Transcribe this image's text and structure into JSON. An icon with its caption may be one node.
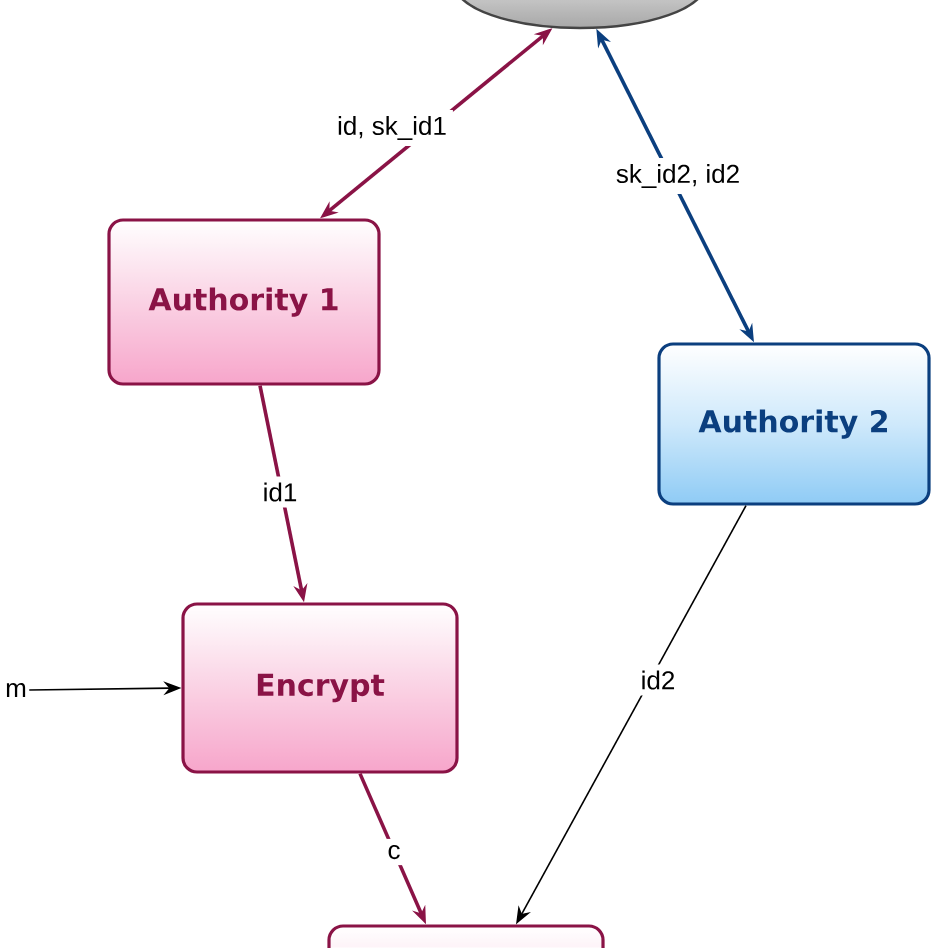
{
  "diagram": {
    "nodes": [
      {
        "text": [],
        "shape": "ellipse"
      },
      {
        "text": [
          "Authority 1"
        ]
      },
      {
        "text": [
          "Authority 2"
        ]
      },
      {
        "text": [
          "m"
        ]
      },
      {
        "text": [
          "Encrypt"
        ]
      },
      {
        "text": [],
        "shape": "box"
      }
    ],
    "edges": [
      {
        "from": 0,
        "to": 1,
        "arrow": "both",
        "label": "id, sk_id1"
      },
      {
        "from": 0,
        "to": 2,
        "arrow": "both",
        "label": "sk_id2, id2",
        "color": "#0b3f7f"
      },
      {
        "from": 1,
        "to": 4,
        "arrow": "to",
        "label": "id1"
      },
      {
        "from": 3,
        "to": 4,
        "arrow": "to",
        "color": "#000000"
      },
      {
        "from": 4,
        "to": 5,
        "arrow": "to",
        "label": "c"
      },
      {
        "from": 2,
        "to": 5,
        "arrow": "to",
        "label": "id2",
        "color": "#000000"
      }
    ]
  }
}
